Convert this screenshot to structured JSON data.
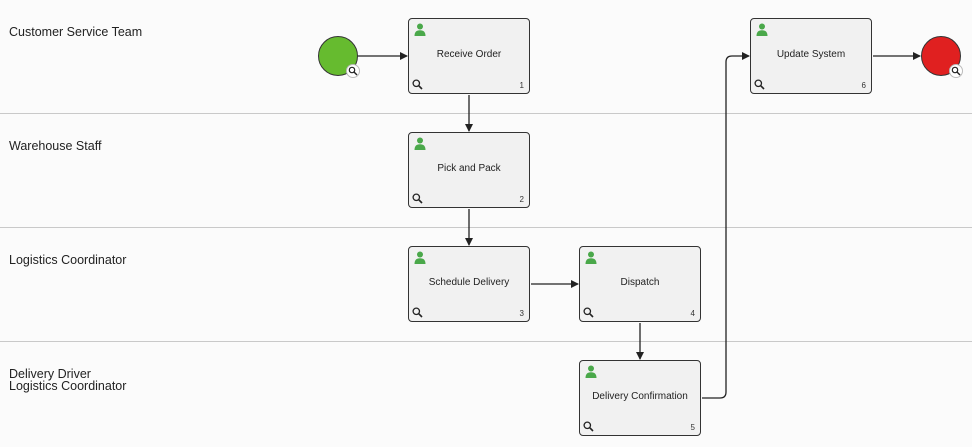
{
  "lanes": [
    {
      "label_lines": [
        "Customer Service Team"
      ]
    },
    {
      "label_lines": [
        "Warehouse Staff"
      ]
    },
    {
      "label_lines": [
        "Logistics Coordinator"
      ]
    },
    {
      "label_lines": [
        "Delivery Driver",
        "Logistics Coordinator"
      ]
    }
  ],
  "tasks": [
    {
      "label": "Receive Order",
      "number": "1"
    },
    {
      "label": "Pick and Pack",
      "number": "2"
    },
    {
      "label": "Schedule Delivery",
      "number": "3"
    },
    {
      "label": "Dispatch",
      "number": "4"
    },
    {
      "label": "Delivery Confirmation",
      "number": "5"
    },
    {
      "label": "Update System",
      "number": "6"
    }
  ],
  "events": {
    "start": {
      "color": "#66bb2f"
    },
    "end": {
      "color": "#e02020"
    }
  },
  "colors": {
    "person_icon": "#4aa84a",
    "task_fill": "#f1f1f1",
    "connector": "#222222"
  }
}
